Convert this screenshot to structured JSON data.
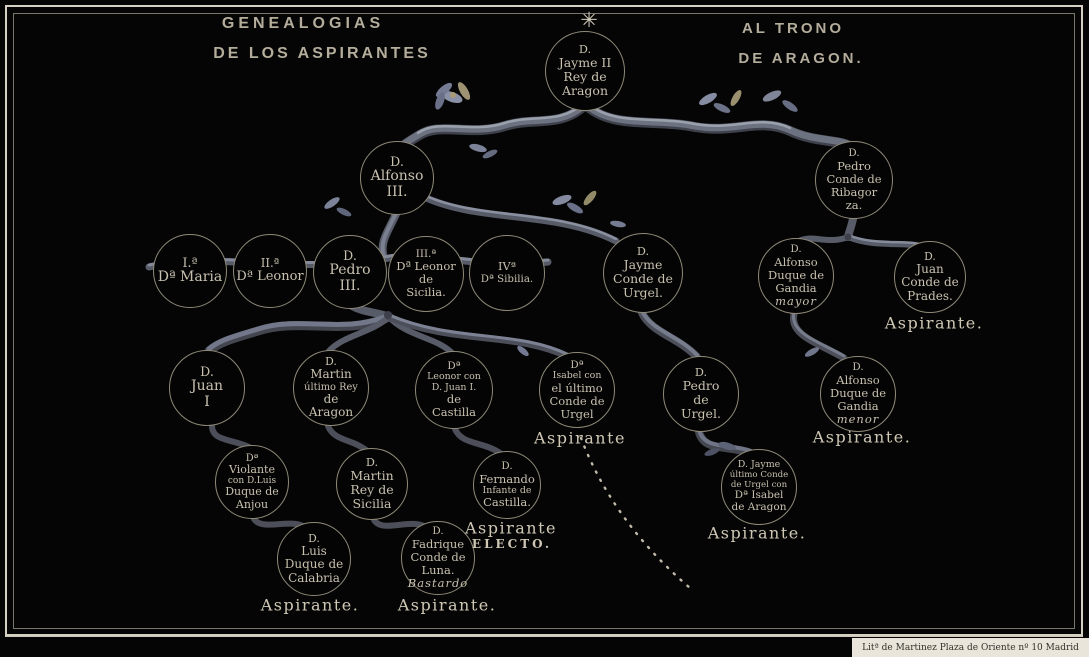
{
  "titles": {
    "left_line1": "GENEALOGIAS",
    "left_line2": "DE LOS ASPIRANTES",
    "right_line1": "AL TRONO",
    "right_line2": "DE ARAGON."
  },
  "icons": {
    "star": "✳"
  },
  "credit": "Litª de Martinez Plaza de Oriente nº 10 Madrid",
  "colors": {
    "background": "#050505",
    "ink": "#c8c1af",
    "branch": "#6d7280",
    "frame": "#d6d0c2"
  },
  "nodes": [
    {
      "id": "jayme2",
      "lines": [
        "D.",
        "Jayme II",
        "Rey de",
        "Aragon"
      ]
    },
    {
      "id": "alfonso3",
      "lines": [
        "D.",
        "Alfonso",
        "III."
      ]
    },
    {
      "id": "ribagorza",
      "lines": [
        "D.",
        "Pedro",
        "Conde de",
        "Ribagor",
        "za."
      ]
    },
    {
      "id": "maria",
      "lines": [
        "I.ª",
        "Dª Maria"
      ]
    },
    {
      "id": "leonor2",
      "lines": [
        "II.ª",
        "Dª Leonor"
      ]
    },
    {
      "id": "pedro3",
      "lines": [
        "D.",
        "Pedro",
        "III."
      ]
    },
    {
      "id": "leonor3",
      "lines": [
        "III.ª",
        "Dª Leonor",
        "de",
        "Sicilia."
      ]
    },
    {
      "id": "sibilia",
      "lines": [
        "IVª",
        "Dª Sibilia."
      ]
    },
    {
      "id": "jaymeurgel",
      "lines": [
        "D.",
        "Jayme",
        "Conde de",
        "Urgel."
      ]
    },
    {
      "id": "gandiamayor",
      "lines": [
        "D.",
        "Alfonso",
        "Duque de",
        "Gandia",
        "mayor"
      ],
      "italic": 4
    },
    {
      "id": "juanprades",
      "lines": [
        "D.",
        "Juan",
        "Conde de",
        "Prades."
      ],
      "tag": "Aspirante."
    },
    {
      "id": "juan1",
      "lines": [
        "D.",
        "Juan",
        "I"
      ]
    },
    {
      "id": "martinaragon",
      "lines": [
        "D.",
        "Martin",
        "último Rey",
        "de",
        "Aragon"
      ]
    },
    {
      "id": "leonorcastilla",
      "lines": [
        "Dª",
        "Leonor con",
        "D. Juan I.",
        "de",
        "Castilla"
      ]
    },
    {
      "id": "isabelurgel",
      "lines": [
        "Dª",
        "Isabel con",
        "el último",
        "Conde de",
        "Urgel"
      ],
      "tag": "Aspirante"
    },
    {
      "id": "pedrourgel",
      "lines": [
        "D.",
        "Pedro",
        "de",
        "Urgel."
      ]
    },
    {
      "id": "gandiamenor",
      "lines": [
        "D.",
        "Alfonso",
        "Duque de",
        "Gandia",
        "menor"
      ],
      "italic": 4,
      "tag": "Aspirante."
    },
    {
      "id": "violante",
      "lines": [
        "Dª",
        "Violante",
        "con D.Luis",
        "Duque de",
        "Anjou"
      ]
    },
    {
      "id": "martinsicilia",
      "lines": [
        "D.",
        "Martin",
        "Rey de",
        "Sicilia"
      ]
    },
    {
      "id": "fernando",
      "lines": [
        "D.",
        "Fernando",
        "Infante de",
        "Castilla."
      ],
      "tag": "Aspirante",
      "tag2": "ELECTO."
    },
    {
      "id": "jaymeultimo",
      "lines": [
        "D. Jayme",
        "último Conde",
        "de Urgel con",
        "Dª Isabel",
        "de Aragon"
      ],
      "tag": "Aspirante."
    },
    {
      "id": "luiscalabria",
      "lines": [
        "D.",
        "Luis",
        "Duque de",
        "Calabria"
      ],
      "tag": "Aspirante."
    },
    {
      "id": "fadrique",
      "lines": [
        "D.",
        "Fadrique",
        "Conde de",
        "Luna.",
        "Bastardo"
      ],
      "italic": 4,
      "tag": "Aspirante."
    }
  ]
}
